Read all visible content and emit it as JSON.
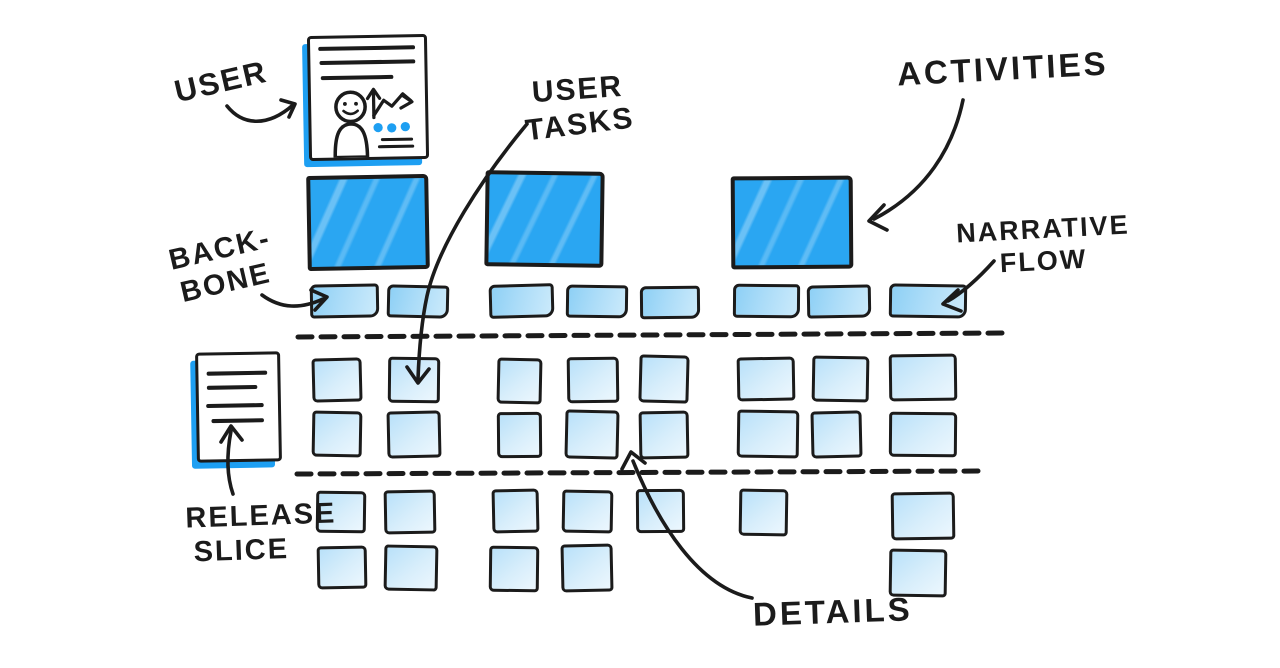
{
  "labels": {
    "user": "USER",
    "user_tasks": [
      "USER",
      "TASKS"
    ],
    "activities": "ACTIVITIES",
    "narrative_flow": [
      "NARRATIVE",
      "FLOW"
    ],
    "backbone": [
      "BACK-",
      "BONE"
    ],
    "release_slice": [
      "RELEASE",
      "SLICE"
    ],
    "details": "DETAILS"
  },
  "colors": {
    "ink": "#1b1b1b",
    "activity-blue": "#2aa6f2",
    "backbone-blue": "#9fd7f7",
    "detail-blue": "#d6ecfa",
    "shadow-blue": "#1e9ff2",
    "background": "#ffffff"
  },
  "board": {
    "activity_count": 3,
    "backbone_card_groups": [
      2,
      3,
      3
    ],
    "first_release_rows": [
      [
        2,
        3,
        3
      ],
      [
        2,
        3,
        3
      ]
    ],
    "second_release_rows": [
      [
        2,
        3,
        1,
        1
      ],
      [
        2,
        2,
        1
      ]
    ],
    "release_divider_count": 2
  }
}
